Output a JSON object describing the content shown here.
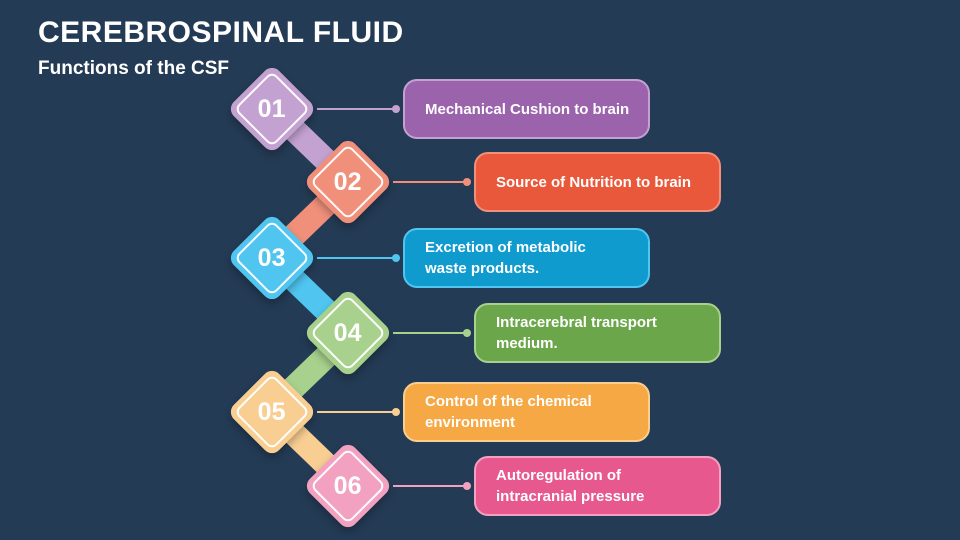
{
  "slide": {
    "title": "CEREBROSPINAL FLUID",
    "subtitle": "Functions of the CSF",
    "background_color": "#243B55",
    "text_color": "#FFFFFF"
  },
  "items": [
    {
      "number": "01",
      "label": "Mechanical Cushion to brain",
      "box_color": "#9B63AC",
      "accent_color": "#C3A2D1"
    },
    {
      "number": "02",
      "label": "Source of Nutrition to brain",
      "box_color": "#E9583A",
      "accent_color": "#F0907B"
    },
    {
      "number": "03",
      "label": "Excretion of metabolic\nwaste products.",
      "box_color": "#0F9BCE",
      "accent_color": "#50C5F0"
    },
    {
      "number": "04",
      "label": "Intracerebral transport\nmedium.",
      "box_color": "#6BA74A",
      "accent_color": "#A8D18D"
    },
    {
      "number": "05",
      "label": "Control of the chemical\nenvironment",
      "box_color": "#F6A844",
      "accent_color": "#F8CE92"
    },
    {
      "number": "06",
      "label": "Autoregulation of\nintracranial pressure",
      "box_color": "#E7588F",
      "accent_color": "#F2A2C0"
    }
  ]
}
